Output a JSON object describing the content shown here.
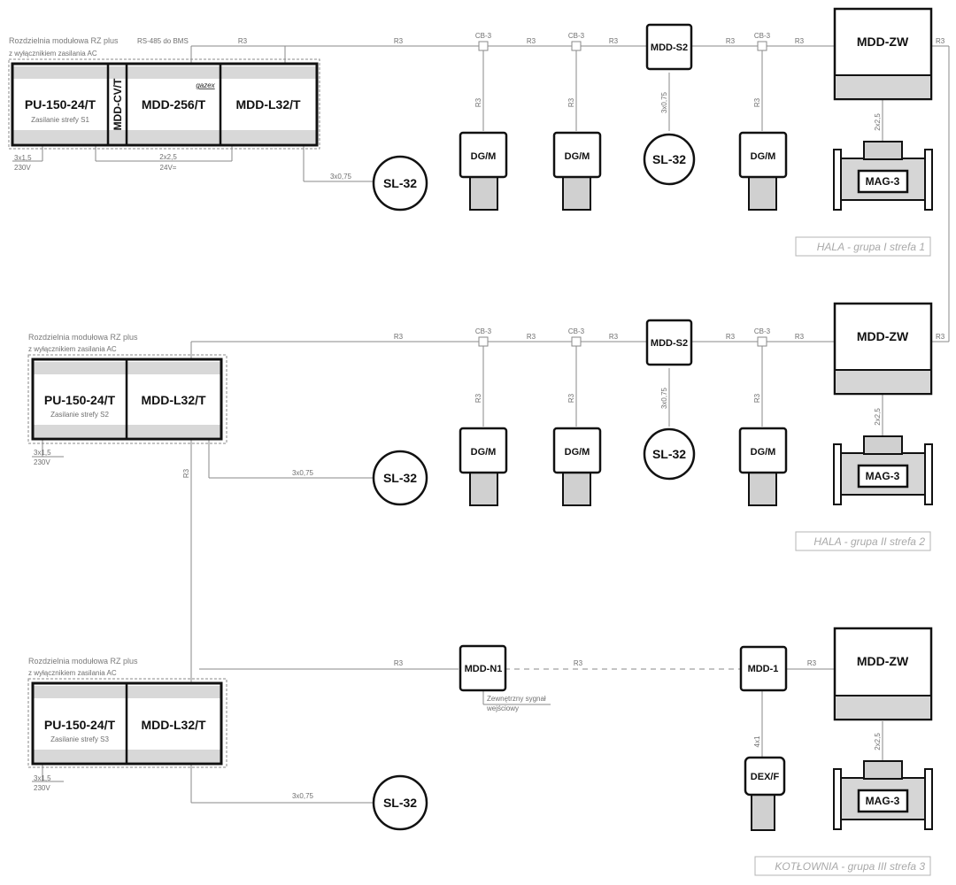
{
  "cabinet_header": "Rozdzielnia modułowa RZ plus",
  "cabinet_subheader": "z wyłącznikiem zasilania AC",
  "modules": {
    "pu": "PU-150-24/T",
    "cv": "MDD-CV/T",
    "m256": "MDD-256/T",
    "l32": "MDD-L32/T"
  },
  "supply_labels": [
    "Zasilanie strefy S1",
    "Zasilanie strefy S2",
    "Zasilanie strefy S3"
  ],
  "brand": "gazex",
  "devices": {
    "s2": "MDD-S2",
    "zw": "MDD-ZW",
    "dg": "DG/M",
    "sl32": "SL-32",
    "mag3": "MAG-3",
    "n1": "MDD-N1",
    "mdd1": "MDD-1",
    "dex": "DEX/F"
  },
  "wires": {
    "r3": "R3",
    "cb3": "CB-3",
    "rs485": "RS-485 do BMS",
    "c3x075": "3x0,75",
    "c2x25": "2x2,5",
    "v24": "24V=",
    "c3x15": "3x1,5",
    "v230": "230V",
    "c4x1": "4x1"
  },
  "external_signal": [
    "Zewnętrzny sygnał",
    "wejściowy"
  ],
  "zones": [
    "HALA - grupa I strefa 1",
    "HALA - grupa II strefa 2",
    "KOTŁOWNIA - grupa III strefa 3"
  ]
}
